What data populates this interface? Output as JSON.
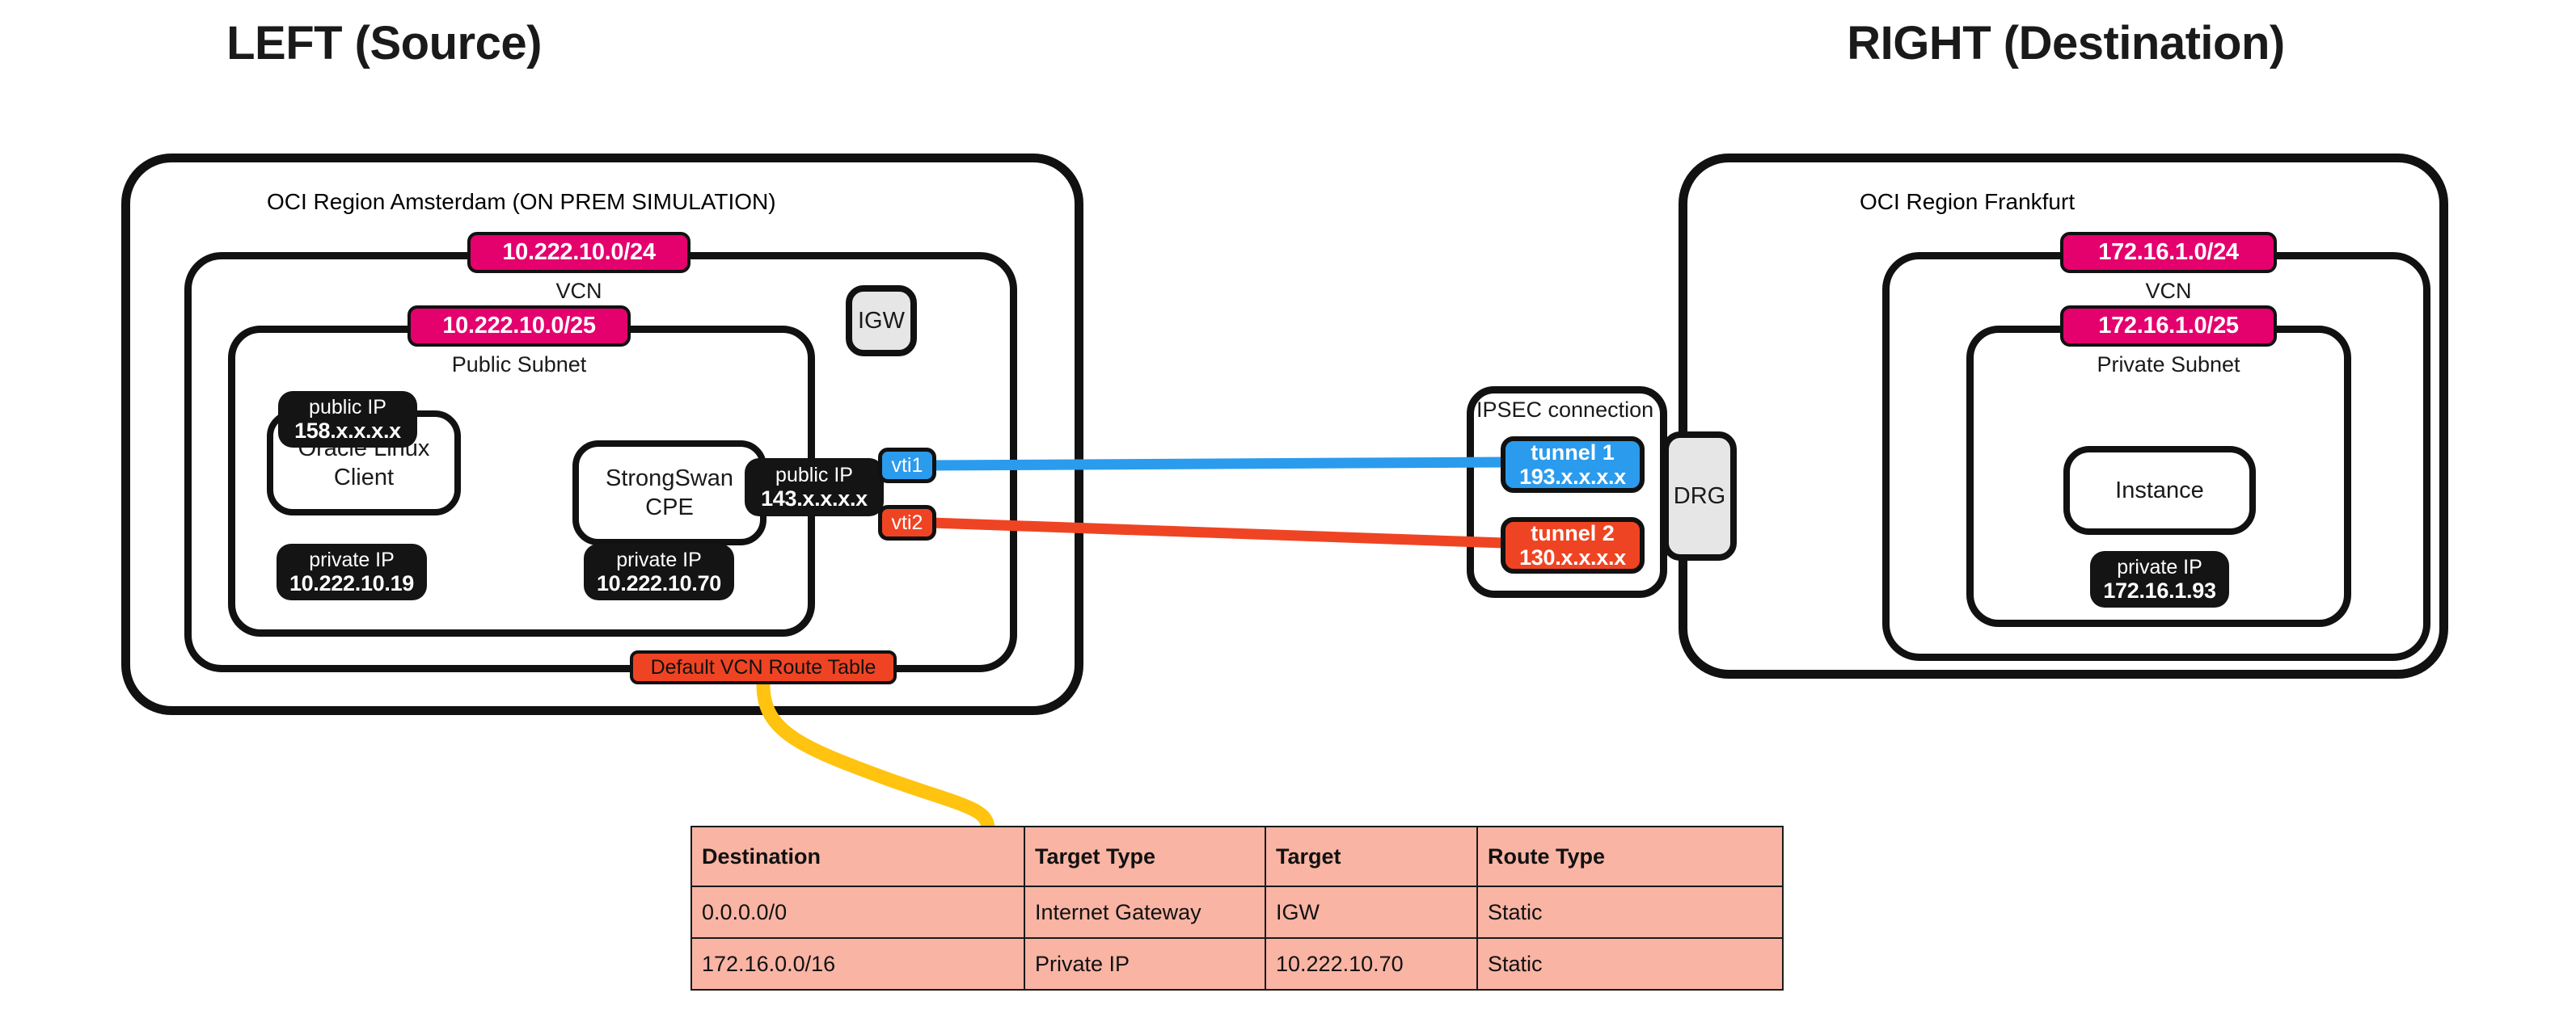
{
  "titles": {
    "left": "LEFT (Source)",
    "right": "RIGHT (Destination)"
  },
  "left_region": {
    "name": "OCI Region Amsterdam (ON PREM SIMULATION)",
    "vcn": {
      "cidr": "10.222.10.0/24",
      "label": "VCN"
    },
    "subnet": {
      "cidr": "10.222.10.0/25",
      "label": "Public Subnet"
    },
    "gateway": {
      "label": "IGW"
    },
    "route_table_pill": "Default VCN Route Table",
    "nodes": [
      {
        "name": "Oracle Linux\nClient",
        "name_line1": "Oracle Linux",
        "name_line2": "Client",
        "public_ip_label": "public IP",
        "public_ip_value": "158.x.x.x.x",
        "private_ip_label": "private IP",
        "private_ip_value": "10.222.10.19"
      },
      {
        "name": "StrongSwan\nCPE",
        "name_line1": "StrongSwan",
        "name_line2": "CPE",
        "public_ip_label": "public IP",
        "public_ip_value": "143.x.x.x.x",
        "private_ip_label": "private IP",
        "private_ip_value": "10.222.10.70"
      }
    ],
    "vtis": [
      {
        "label": "vti1",
        "color": "#2b9bed"
      },
      {
        "label": "vti2",
        "color": "#ef4423"
      }
    ]
  },
  "ipsec": {
    "title": "IPSEC connection",
    "tunnels": [
      {
        "name": "tunnel 1",
        "ip": "193.x.x.x.x",
        "color": "#2b9bed"
      },
      {
        "name": "tunnel 2",
        "ip": "130.x.x.x.x",
        "color": "#ef4423"
      }
    ],
    "drg_label": "DRG"
  },
  "right_region": {
    "name": "OCI Region Frankfurt",
    "vcn": {
      "cidr": "172.16.1.0/24",
      "label": "VCN"
    },
    "subnet": {
      "cidr": "172.16.1.0/25",
      "label": "Private Subnet"
    },
    "instance": {
      "name": "Instance",
      "private_ip_label": "private IP",
      "private_ip_value": "172.16.1.93"
    }
  },
  "route_table": {
    "headers": [
      "Destination",
      "Target Type",
      "Target",
      "Route Type"
    ],
    "rows": [
      [
        "0.0.0.0/0",
        "Internet Gateway",
        "IGW",
        "Static"
      ],
      [
        "172.16.0.0/16",
        "Private IP",
        "10.222.10.70",
        "Static"
      ]
    ]
  },
  "colors": {
    "cidr_pink": "#e4006d",
    "tunnel_blue": "#2b9bed",
    "tunnel_red": "#ef4423",
    "route_table_fill": "#f9b4a4",
    "connector_yellow": "#ffc310",
    "gateway_gray": "#e6e6e6",
    "outline_black": "#111111"
  }
}
